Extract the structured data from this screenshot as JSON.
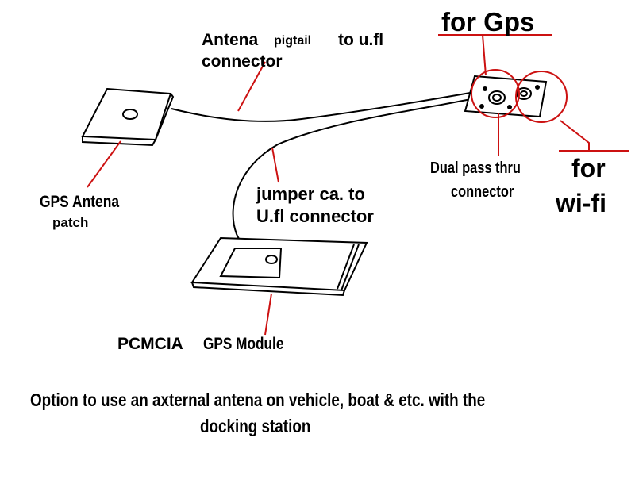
{
  "labels": {
    "antenna_pigtail_part1": "Antena",
    "antenna_pigtail_part2": "pigtail",
    "antenna_pigtail_part3": "to u.fl",
    "antenna_pigtail_line2": "connector",
    "for_gps": "for Gps",
    "gps_patch_line1": "GPS Antena",
    "gps_patch_line2": "patch",
    "jumper_line1": "jumper ca. to",
    "jumper_line2": "U.fl connector",
    "dual_pass_line1": "Dual pass thru",
    "dual_pass_line2": "connector",
    "for_wifi_line1": "for",
    "for_wifi_line2": "wi-fi",
    "pcmcia_part1": "PCMCIA",
    "pcmcia_part2": "GPS Module",
    "caption_line1": "Option to use an axternal antena on vehicle, boat & etc. with the",
    "caption_line2": "docking station"
  },
  "colors": {
    "ink": "#000000",
    "annotation": "#cc1111",
    "background": "#ffffff"
  }
}
